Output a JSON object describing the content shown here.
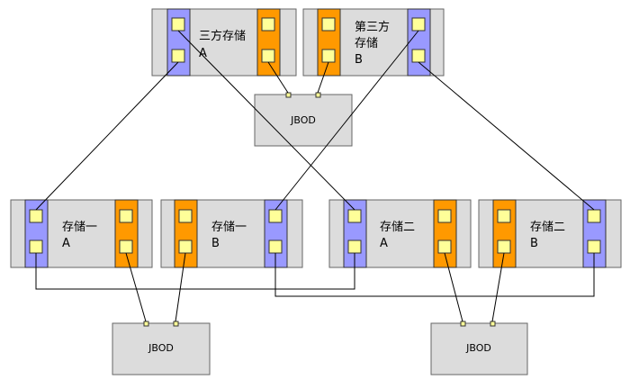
{
  "labels": {
    "third_a_l1": "三方存储",
    "third_a_l2": "A",
    "third_b_l1": "第三方",
    "third_b_l2": "存储",
    "third_b_l3": "B",
    "s1a_l1": "存储一",
    "s1a_l2": "A",
    "s1b_l1": "存储一",
    "s1b_l2": "B",
    "s2a_l1": "存储二",
    "s2a_l2": "A",
    "s2b_l1": "存储二",
    "s2b_l2": "B",
    "jbod_top": "JBOD",
    "jbod_left": "JBOD",
    "jbod_right": "JBOD"
  },
  "colors": {
    "box_fill": "#dcdcdc",
    "port_blue": "#9999ff",
    "port_orange": "#ff9900",
    "square": "#ffff99"
  }
}
